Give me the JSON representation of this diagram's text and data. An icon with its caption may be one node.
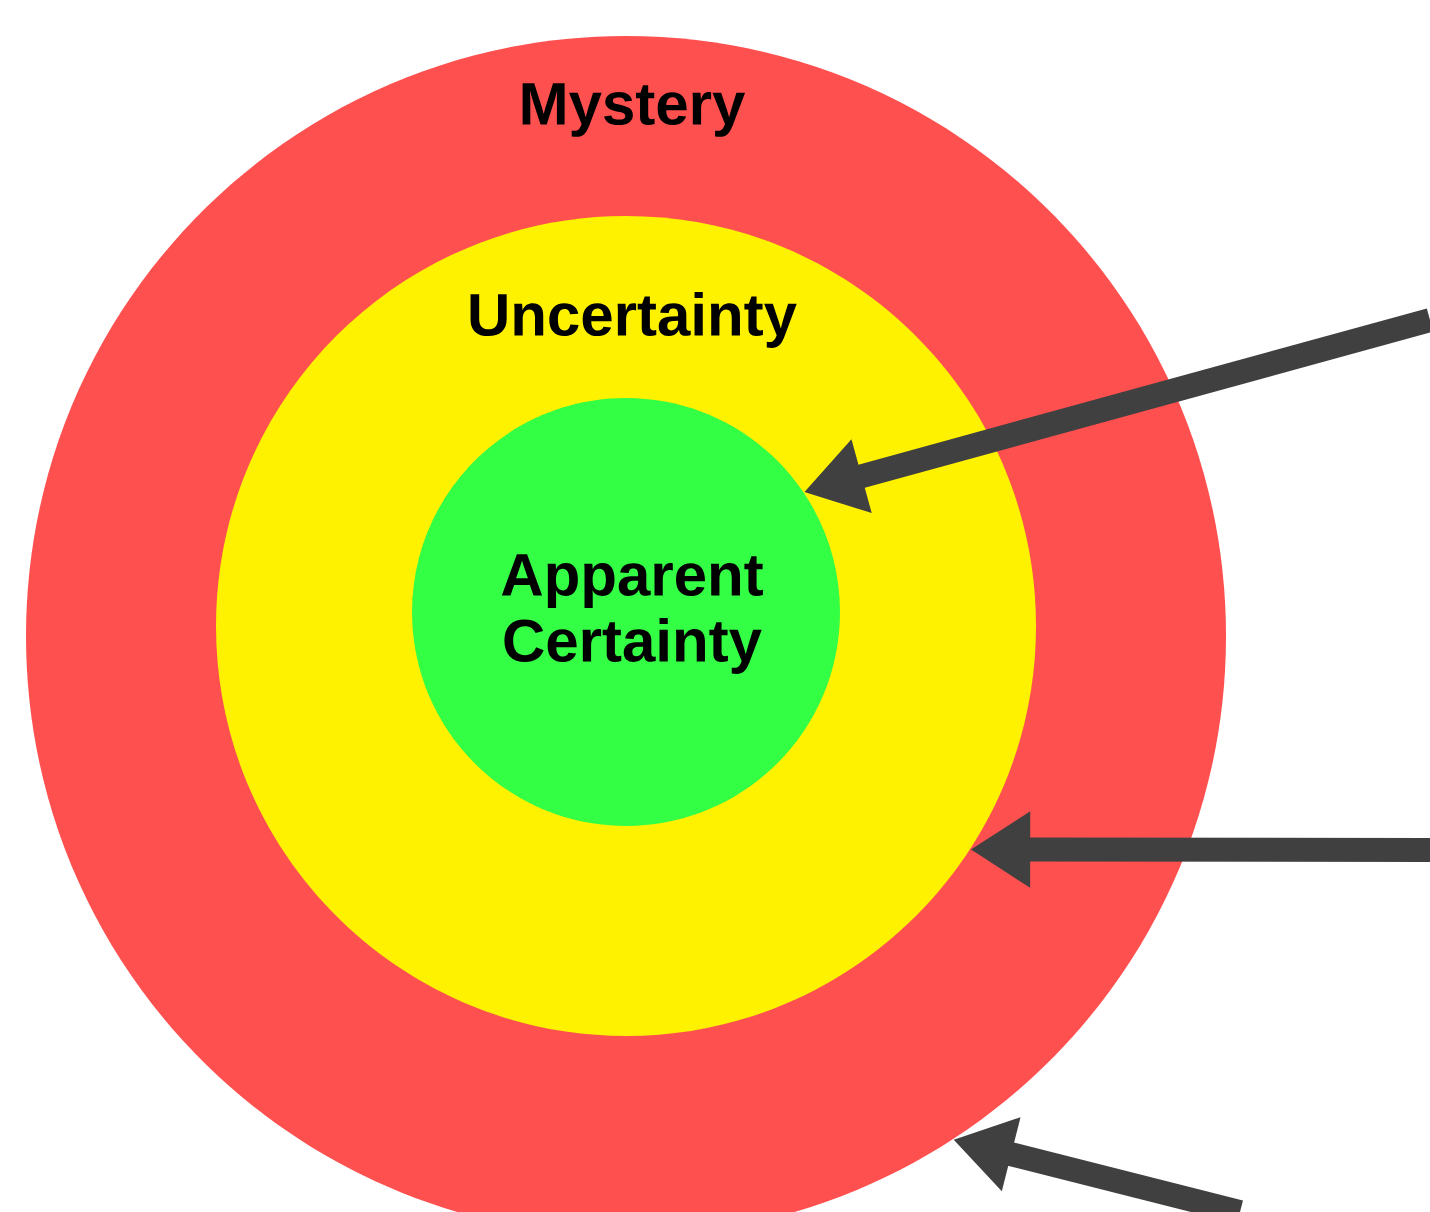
{
  "diagram": {
    "nodes": [
      {
        "text": [
          "Mystery"
        ]
      },
      {
        "text": [
          "Uncertainty"
        ],
        "in": 0
      },
      {
        "text": [
          "Apparent Certainty"
        ],
        "in": 1
      }
    ],
    "edges": [
      {
        "from": null,
        "to": 2,
        "arrow": "to"
      },
      {
        "from": null,
        "to": 1,
        "arrow": "to"
      },
      {
        "from": null,
        "to": 0,
        "arrow": "to"
      }
    ]
  }
}
